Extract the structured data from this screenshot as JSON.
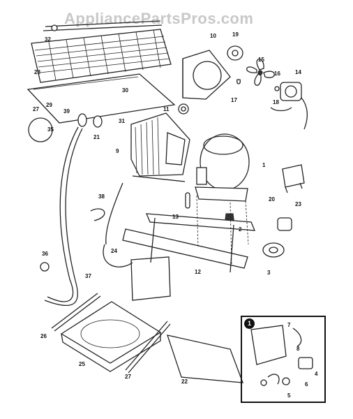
{
  "watermark": "AppliancePartsPros.com",
  "inset_marker": "1",
  "callouts": [
    {
      "id": "c1",
      "text": "1"
    },
    {
      "id": "c2",
      "text": "2"
    },
    {
      "id": "c3",
      "text": "3"
    },
    {
      "id": "c4",
      "text": "4"
    },
    {
      "id": "c5",
      "text": "5"
    },
    {
      "id": "c6",
      "text": "6"
    },
    {
      "id": "c7",
      "text": "7"
    },
    {
      "id": "c8",
      "text": "8"
    },
    {
      "id": "c9",
      "text": "9"
    },
    {
      "id": "c10",
      "text": "10"
    },
    {
      "id": "c11",
      "text": "11"
    },
    {
      "id": "c12",
      "text": "12"
    },
    {
      "id": "c13",
      "text": "13"
    },
    {
      "id": "c14",
      "text": "14"
    },
    {
      "id": "c15",
      "text": "15"
    },
    {
      "id": "c16",
      "text": "16"
    },
    {
      "id": "c17",
      "text": "17"
    },
    {
      "id": "c18",
      "text": "18"
    },
    {
      "id": "c19",
      "text": "19"
    },
    {
      "id": "c20",
      "text": "20"
    },
    {
      "id": "c21",
      "text": "21"
    },
    {
      "id": "c22",
      "text": "22"
    },
    {
      "id": "c23",
      "text": "23"
    },
    {
      "id": "c24",
      "text": "24"
    },
    {
      "id": "c25",
      "text": "25"
    },
    {
      "id": "c26",
      "text": "26"
    },
    {
      "id": "c27a",
      "text": "27"
    },
    {
      "id": "c27b",
      "text": "27"
    },
    {
      "id": "c28",
      "text": "28"
    },
    {
      "id": "c29",
      "text": "29"
    },
    {
      "id": "c30",
      "text": "30"
    },
    {
      "id": "c31",
      "text": "31"
    },
    {
      "id": "c32",
      "text": "32"
    },
    {
      "id": "c35",
      "text": "35"
    },
    {
      "id": "c36",
      "text": "36"
    },
    {
      "id": "c37",
      "text": "37"
    },
    {
      "id": "c38",
      "text": "38"
    },
    {
      "id": "c39",
      "text": "39"
    }
  ]
}
